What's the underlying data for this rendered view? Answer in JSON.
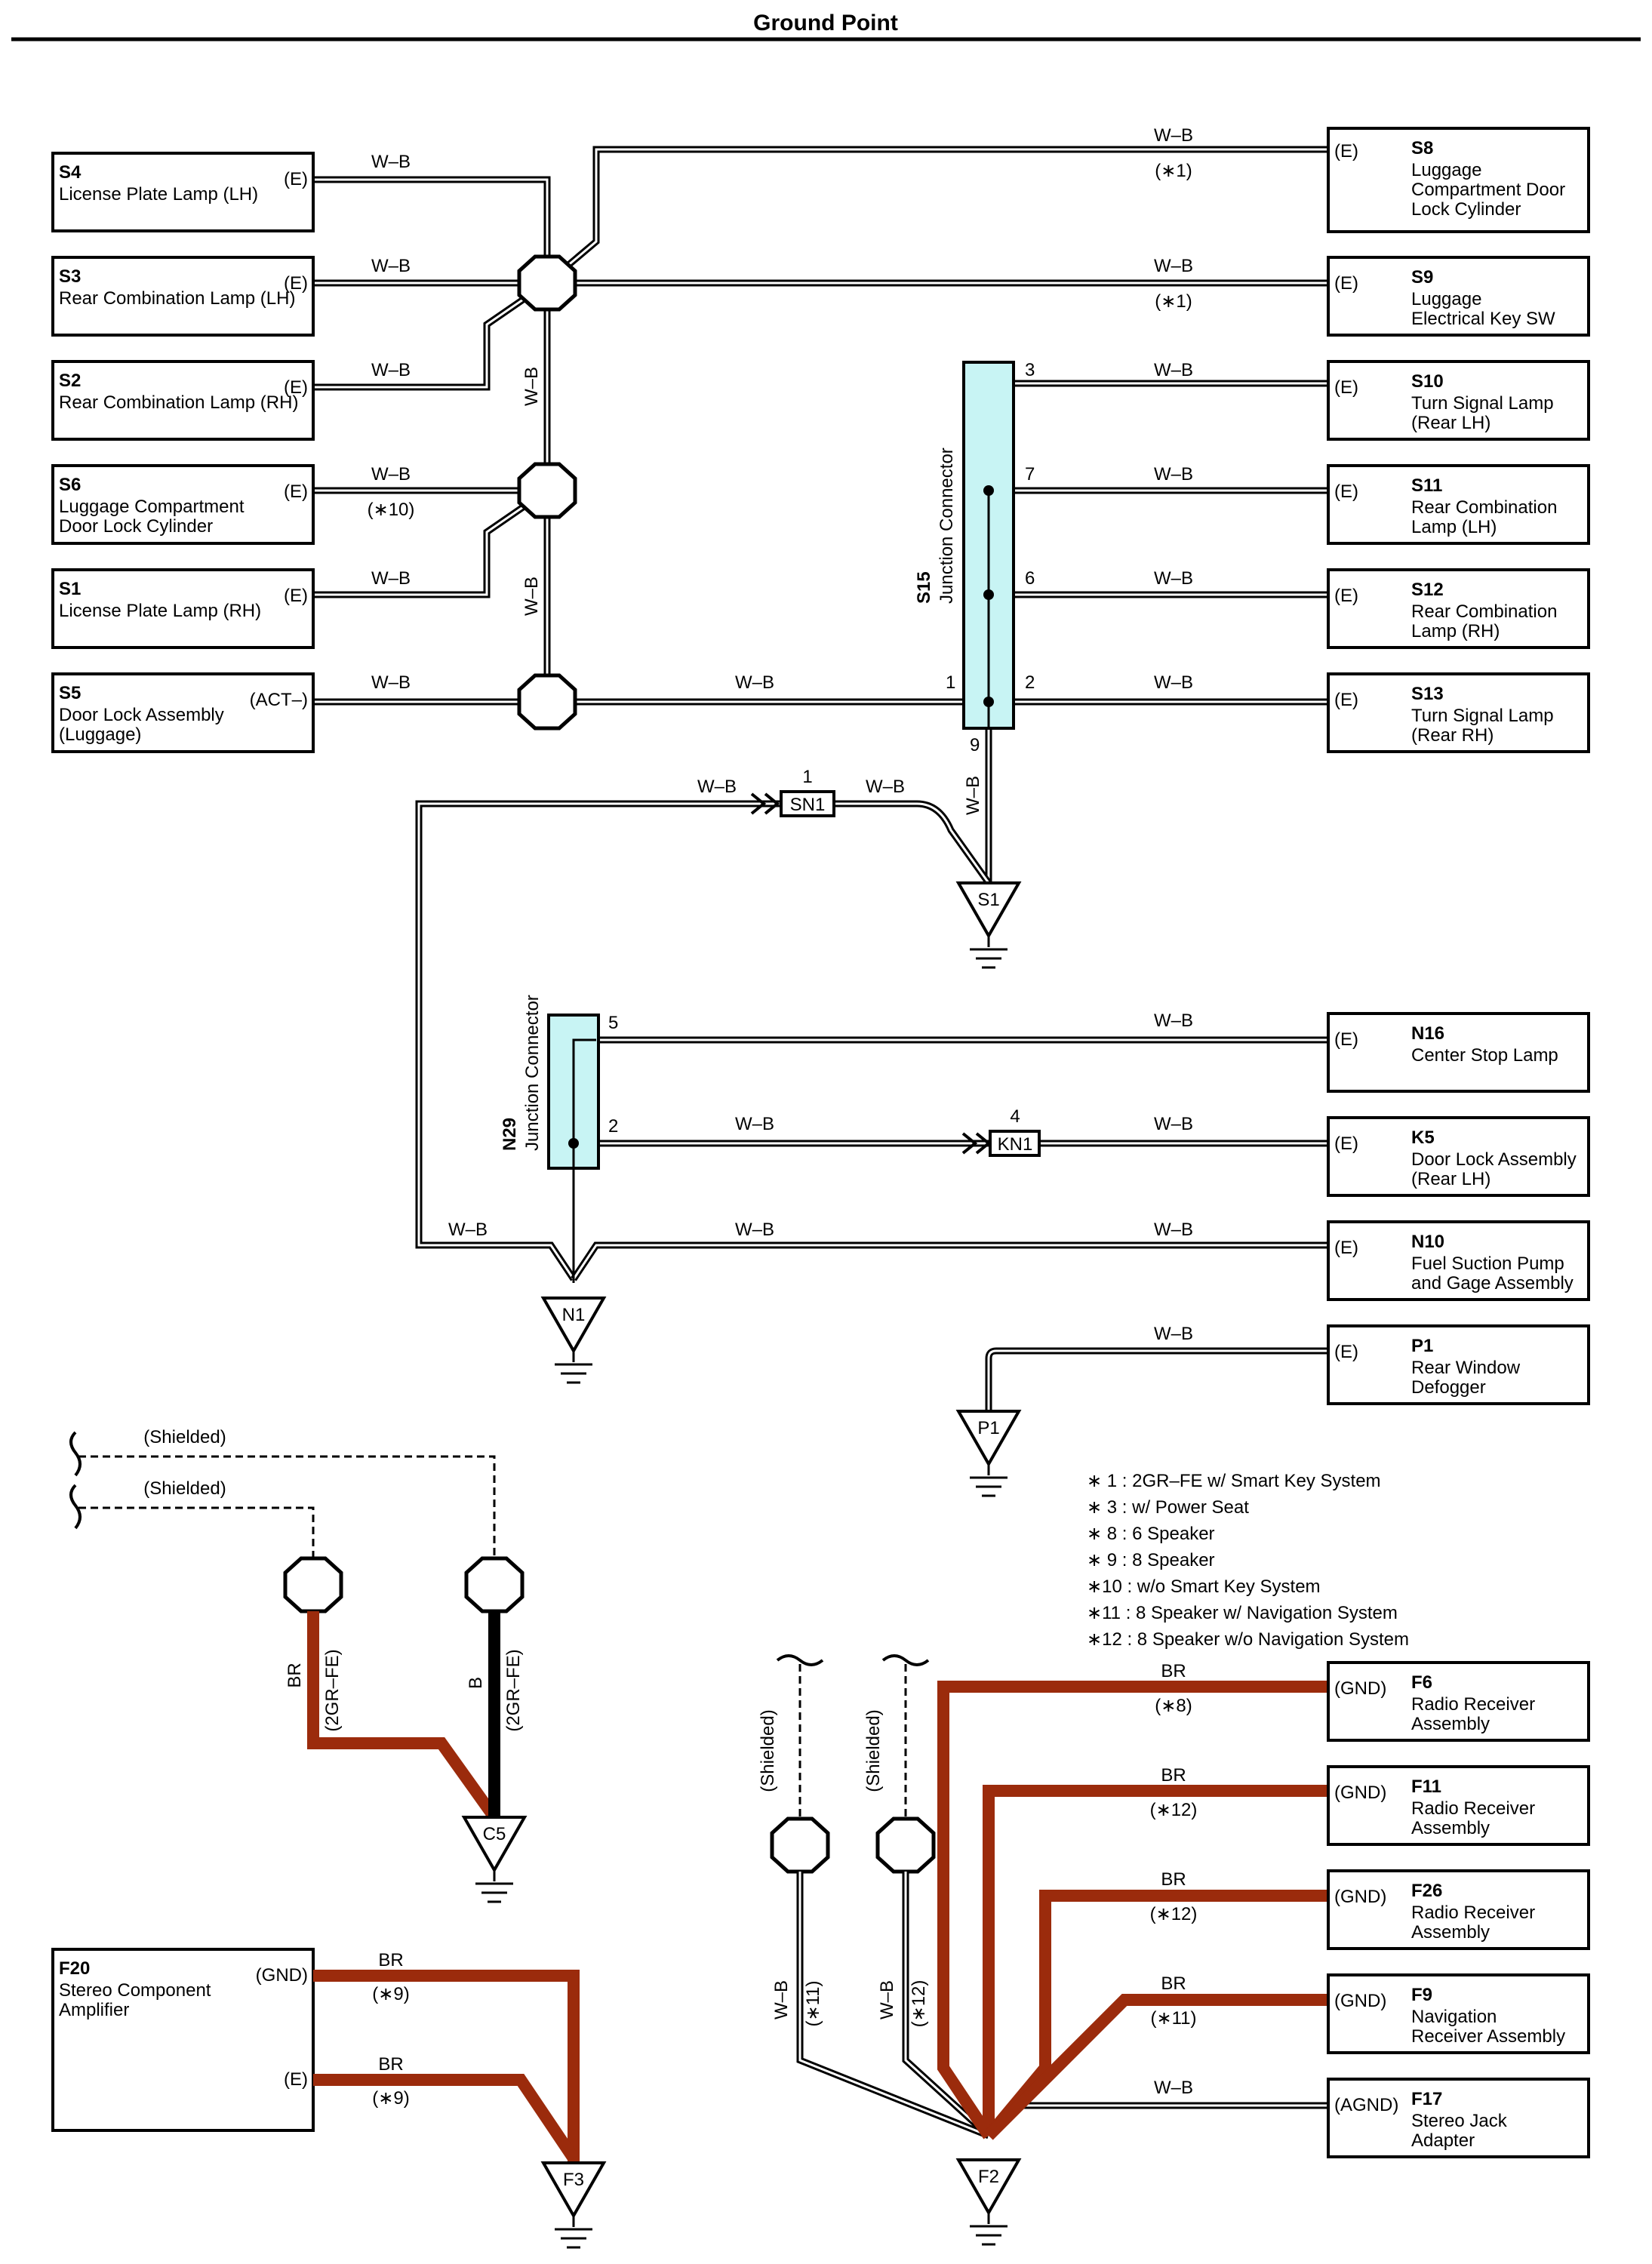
{
  "title": "Ground Point",
  "components": [
    {
      "id": "S4",
      "name_lines": [
        "License Plate Lamp (LH)"
      ],
      "terminal": "(E)",
      "wire": "W–B"
    },
    {
      "id": "S3",
      "name_lines": [
        "Rear Combination Lamp (LH)"
      ],
      "terminal": "(E)",
      "wire": "W–B"
    },
    {
      "id": "S2",
      "name_lines": [
        "Rear Combination Lamp (RH)"
      ],
      "terminal": "(E)",
      "wire": "W–B"
    },
    {
      "id": "S6",
      "name_lines": [
        "Luggage Compartment",
        "Door Lock Cylinder"
      ],
      "terminal": "(E)",
      "wire": "W–B",
      "note": "(∗10)"
    },
    {
      "id": "S1",
      "name_lines": [
        "License Plate Lamp (RH)"
      ],
      "terminal": "(E)",
      "wire": "W–B"
    },
    {
      "id": "S5",
      "name_lines": [
        "Door Lock Assembly",
        "(Luggage)"
      ],
      "terminal": "(ACT–)",
      "wire": "W–B"
    },
    {
      "id": "S8",
      "name_lines": [
        "Luggage",
        "Compartment Door",
        "Lock Cylinder"
      ],
      "terminal": "(E)",
      "wire": "W–B",
      "note": "(∗1)"
    },
    {
      "id": "S9",
      "name_lines": [
        "Luggage",
        "Electrical Key SW"
      ],
      "terminal": "(E)",
      "wire": "W–B",
      "note": "(∗1)"
    },
    {
      "id": "S10",
      "name_lines": [
        "Turn Signal Lamp",
        "(Rear LH)"
      ],
      "terminal": "(E)",
      "wire": "W–B",
      "pin": "3"
    },
    {
      "id": "S11",
      "name_lines": [
        "Rear Combination",
        "Lamp (LH)"
      ],
      "terminal": "(E)",
      "wire": "W–B",
      "pin": "7"
    },
    {
      "id": "S12",
      "name_lines": [
        "Rear Combination",
        "Lamp (RH)"
      ],
      "terminal": "(E)",
      "wire": "W–B",
      "pin": "6"
    },
    {
      "id": "S13",
      "name_lines": [
        "Turn Signal Lamp",
        "(Rear RH)"
      ],
      "terminal": "(E)",
      "wire": "W–B",
      "pin": "2"
    },
    {
      "id": "N16",
      "name_lines": [
        "Center Stop Lamp"
      ],
      "terminal": "(E)",
      "wire": "W–B",
      "pin": "5"
    },
    {
      "id": "K5",
      "name_lines": [
        "Door Lock Assembly",
        "(Rear LH)"
      ],
      "terminal": "(E)",
      "wire": "W–B"
    },
    {
      "id": "N10",
      "name_lines": [
        "Fuel Suction Pump",
        "and Gage Assembly"
      ],
      "terminal": "(E)",
      "wire": "W–B"
    },
    {
      "id": "P1",
      "name_lines": [
        "Rear Window",
        "Defogger"
      ],
      "terminal": "(E)",
      "wire": "W–B"
    },
    {
      "id": "F6",
      "name_lines": [
        "Radio Receiver",
        "Assembly"
      ],
      "terminal": "(GND)",
      "wire": "BR",
      "note": "(∗8)"
    },
    {
      "id": "F11",
      "name_lines": [
        "Radio Receiver",
        "Assembly"
      ],
      "terminal": "(GND)",
      "wire": "BR",
      "note": "(∗12)"
    },
    {
      "id": "F26",
      "name_lines": [
        "Radio Receiver",
        "Assembly"
      ],
      "terminal": "(GND)",
      "wire": "BR",
      "note": "(∗12)"
    },
    {
      "id": "F9",
      "name_lines": [
        "Navigation",
        "Receiver Assembly"
      ],
      "terminal": "(GND)",
      "wire": "BR",
      "note": "(∗11)"
    },
    {
      "id": "F17",
      "name_lines": [
        "Stereo Jack",
        "Adapter"
      ],
      "terminal": "(AGND)",
      "wire": "W–B"
    },
    {
      "id": "F20",
      "name_lines": [
        "Stereo Component",
        "Amplifier"
      ],
      "terminals": [
        "(GND)",
        "(E)"
      ],
      "wire": "BR",
      "note": "(∗9)"
    }
  ],
  "junctions": [
    {
      "id": "S15",
      "label": "Junction Connector",
      "pins": [
        "3",
        "7",
        "6",
        "1",
        "2",
        "9"
      ]
    },
    {
      "id": "N29",
      "label": "Junction Connector",
      "pins": [
        "5",
        "2"
      ]
    }
  ],
  "splices": [
    {
      "id": "SN1",
      "pin": "1"
    },
    {
      "id": "KN1",
      "pin": "4"
    }
  ],
  "grounds": [
    "S1",
    "N1",
    "P1",
    "C5",
    "F3",
    "F2"
  ],
  "wire_labels": {
    "wb": "W–B",
    "br": "BR",
    "b": "B",
    "shielded": "(Shielded)",
    "gr_2grfe": "(2GR–FE)",
    "n11": "(∗11)",
    "n12": "(∗12)"
  },
  "legend": [
    "∗ 1 : 2GR–FE w/ Smart Key System",
    "∗ 3 : w/ Power Seat",
    "∗ 8 : 6 Speaker",
    "∗ 9 : 8 Speaker",
    "∗10 : w/o Smart Key System",
    "∗11 : 8 Speaker w/ Navigation System",
    "∗12 : 8 Speaker w/o Navigation System"
  ],
  "colors": {
    "br_wire": "#9b2b0c",
    "junction_fill": "#c8f4f4"
  }
}
